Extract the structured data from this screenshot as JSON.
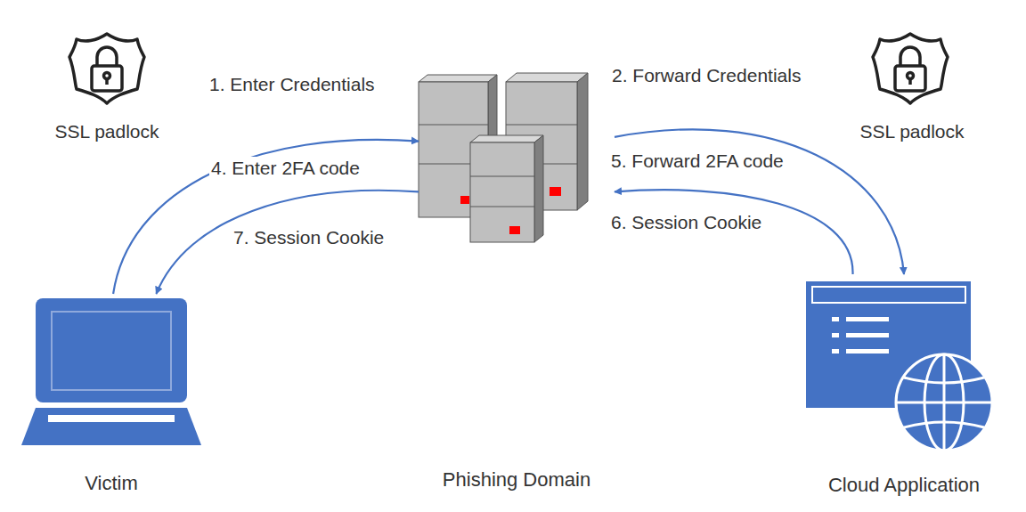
{
  "diagram": {
    "nodes": [
      {
        "text": [
          "Victim"
        ]
      },
      {
        "text": [
          "Phishing Domain"
        ]
      },
      {
        "text": [
          "Cloud Application"
        ]
      }
    ],
    "edges": [
      {
        "from": 0,
        "to": 1,
        "arrow": "to",
        "label": "4. Enter 2FA code"
      },
      {
        "from": 1,
        "to": 0,
        "arrow": "to",
        "label": "7. Session Cookie"
      },
      {
        "from": 1,
        "to": 2,
        "arrow": "to",
        "label": "5. Forward 2FA code"
      },
      {
        "from": 2,
        "to": 1,
        "arrow": "to",
        "label": "6. Session Cookie"
      }
    ],
    "labels": [
      "SSL padlock",
      "SSL padlock",
      "1. Enter Credentials",
      "2. Forward Credentials"
    ]
  }
}
